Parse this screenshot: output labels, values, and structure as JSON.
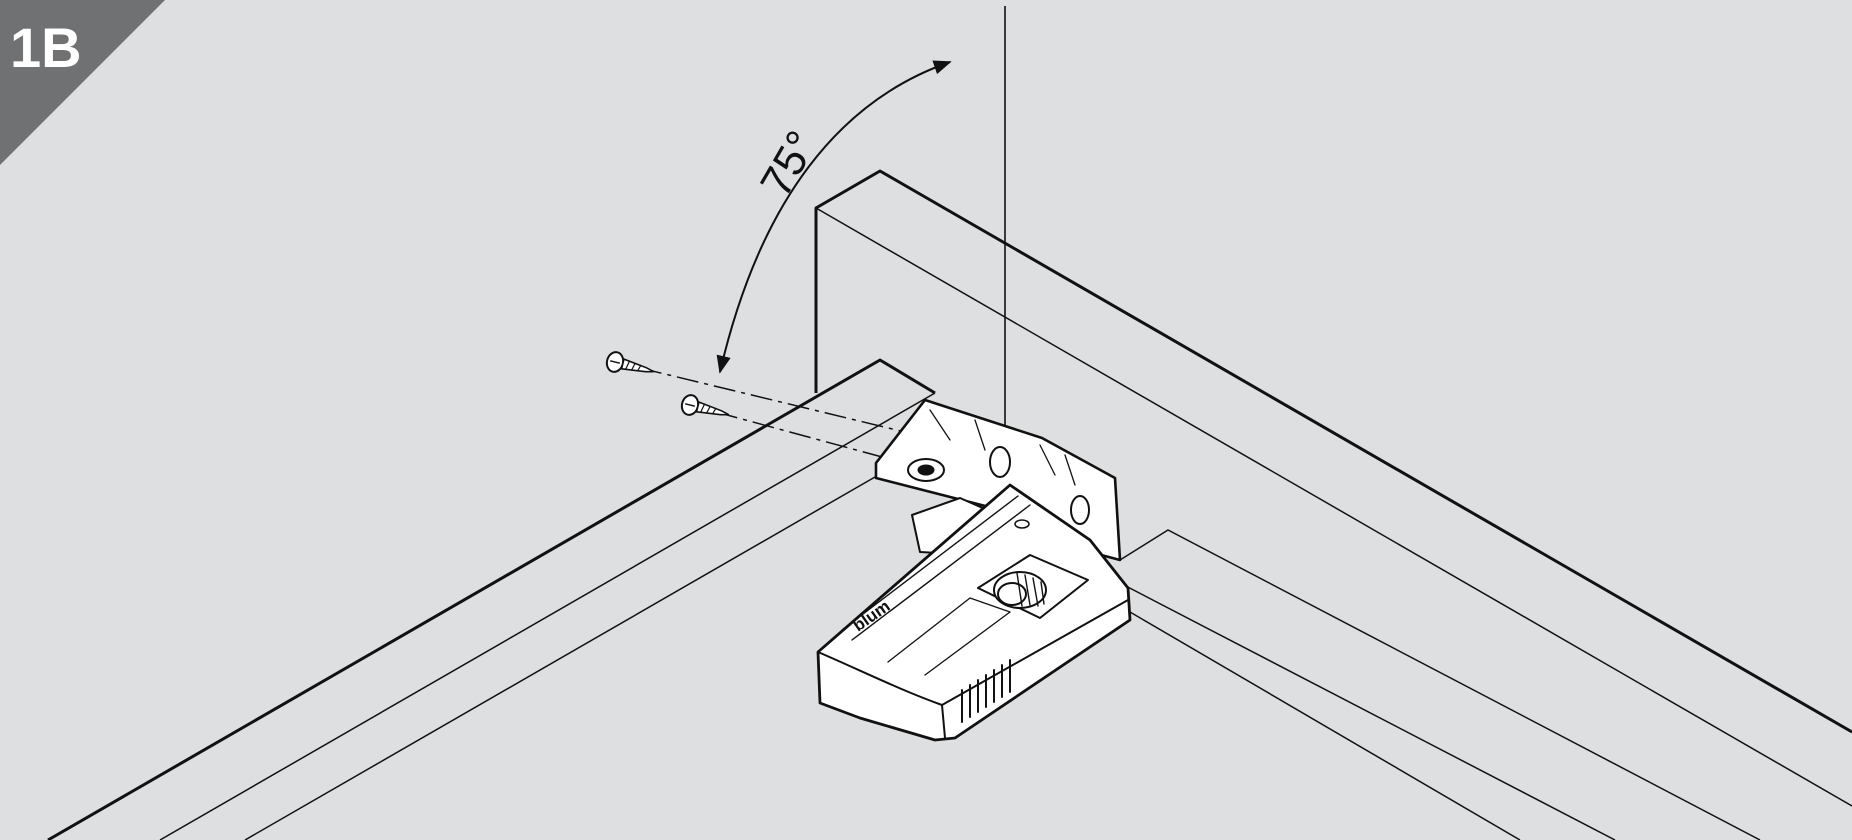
{
  "step_label": "1B",
  "angle_label": "75°",
  "brand_label": "blum",
  "colors": {
    "background": "#dedfe0",
    "corner_badge": "#707173",
    "line": "#111111",
    "hinge_fill": "#ffffff"
  },
  "icons": {
    "screw": "screw-icon",
    "hinge": "hinge-icon",
    "angle_arrow": "curved-double-arrow-icon"
  }
}
